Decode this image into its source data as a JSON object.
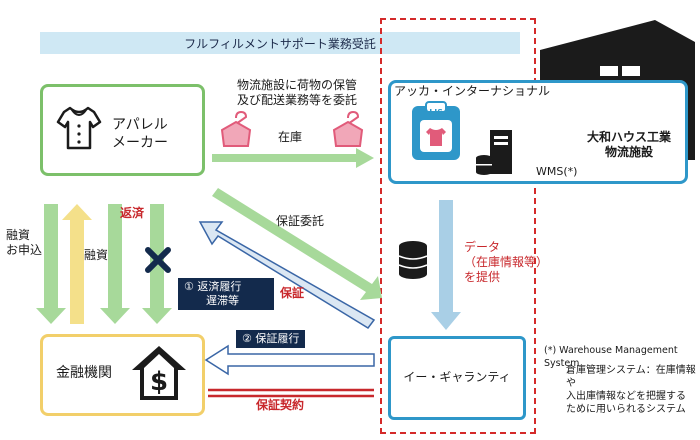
{
  "banner": {
    "label": "フルフィルメントサポート業務受託"
  },
  "apparel": {
    "label_line1": "アパレル",
    "label_line2": "メーカー"
  },
  "bank": {
    "label": "金融機関"
  },
  "accord": {
    "label": "アッカ・インターナショナル",
    "sign": "ALIS"
  },
  "daiwa": {
    "label_line1": "大和ハウス工業",
    "label_line2": "物流施設"
  },
  "wms": {
    "label": "WMS(*)"
  },
  "guarantee_co": {
    "label": "イー・ギャランティ"
  },
  "outsource_note": {
    "line1": "物流施設に荷物の保管",
    "line2": "及び配送業務等を委託"
  },
  "flows": {
    "inventory": "在庫",
    "repayment": "返済",
    "loan_application_line1": "融資",
    "loan_application_line2": "お申込",
    "loan": "融資",
    "guarantee_request": "保証委託",
    "guarantee": "保証",
    "data_line1": "データ",
    "data_line2": "（在庫情報等）",
    "data_line3": "を提供",
    "guarantee_contract": "保証契約"
  },
  "badges": {
    "b1_line1": "① 返済履行",
    "b1_line2": "遅滞等",
    "b2": "② 保証履行"
  },
  "footnote": {
    "title": "(*) Warehouse Management System",
    "line1": "倉庫管理システム：在庫情報や",
    "line2": "入出庫情報などを把握する",
    "line3": "ために用いられるシステム"
  },
  "colors": {
    "green": "#7cc06a",
    "yellow": "#f2cf6a",
    "blue": "#2e97c9",
    "navy": "#132a4c",
    "red": "#c8282c"
  }
}
